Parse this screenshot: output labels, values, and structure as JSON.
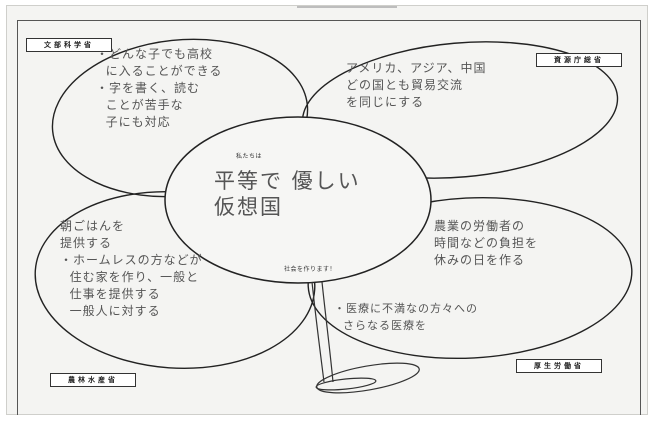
{
  "stamps": {
    "top_left": "文部科学省",
    "top_right": "資源庁総省",
    "bottom_left": "農林水産省",
    "bottom_right": "厚生労働省"
  },
  "petals": {
    "top_left": "・どんな子でも高校\n  に入ることができる\n・字を書く、読む\n  ことが苦手な\n  子にも対応",
    "top_right": "アメリカ、アジア、中国\nどの国とも貿易交流\nを同じにする",
    "left": "朝ごはんを\n提供する\n・ホームレスの方などが\n  住む家を作り、一般と\n  仕事を提供する\n  一般人に対する",
    "right": "農業の労働者の\n時間などの負担を\n休みの日を作る",
    "bottom_right": "・医療に不満なの方々への\n  さらなる医療を"
  },
  "center": {
    "intro": "私たちは",
    "title": "平等で 優しい\n仮想国",
    "closing": "社会を作ります！"
  }
}
